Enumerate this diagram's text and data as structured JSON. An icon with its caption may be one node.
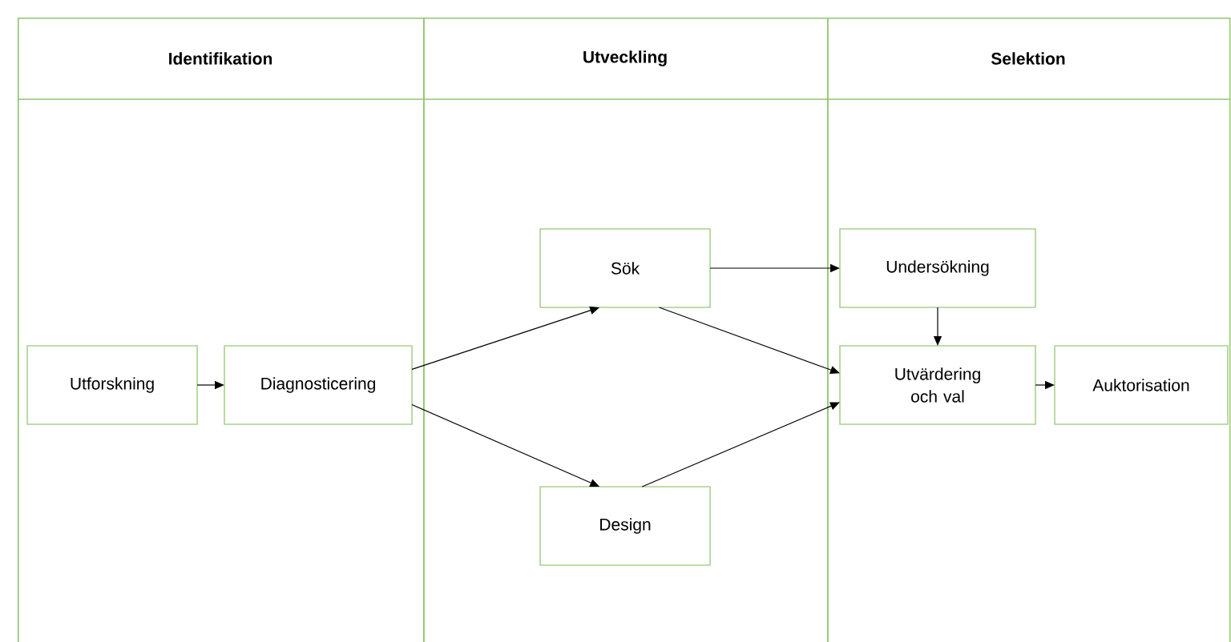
{
  "diagram": {
    "nodes": [
      {
        "text": [
          "Identifikation"
        ]
      },
      {
        "text": [
          "Utveckling"
        ]
      },
      {
        "text": [
          "Selektion"
        ]
      },
      {
        "text": [
          "Utforskning"
        ],
        "in": 0
      },
      {
        "text": [
          "Diagnosticering"
        ],
        "in": 0
      },
      {
        "text": [
          "Sök"
        ],
        "in": 1
      },
      {
        "text": [
          "Design"
        ],
        "in": 1
      },
      {
        "text": [
          "Undersökning"
        ],
        "in": 2
      },
      {
        "text": [
          "Utvärdering och val"
        ],
        "in": 2
      },
      {
        "text": [
          "Auktorisation"
        ],
        "in": 2
      }
    ],
    "edges": [
      {
        "from": 3,
        "to": 4,
        "arrow": "to"
      },
      {
        "from": 4,
        "to": 5,
        "arrow": "to"
      },
      {
        "from": 4,
        "to": 6,
        "arrow": "to"
      },
      {
        "from": 5,
        "to": 7,
        "arrow": "to"
      },
      {
        "from": 5,
        "to": 8,
        "arrow": "to"
      },
      {
        "from": 6,
        "to": 8,
        "arrow": "to"
      },
      {
        "from": 7,
        "to": 8,
        "arrow": "to"
      },
      {
        "from": 8,
        "to": 9,
        "arrow": "to"
      }
    ]
  }
}
